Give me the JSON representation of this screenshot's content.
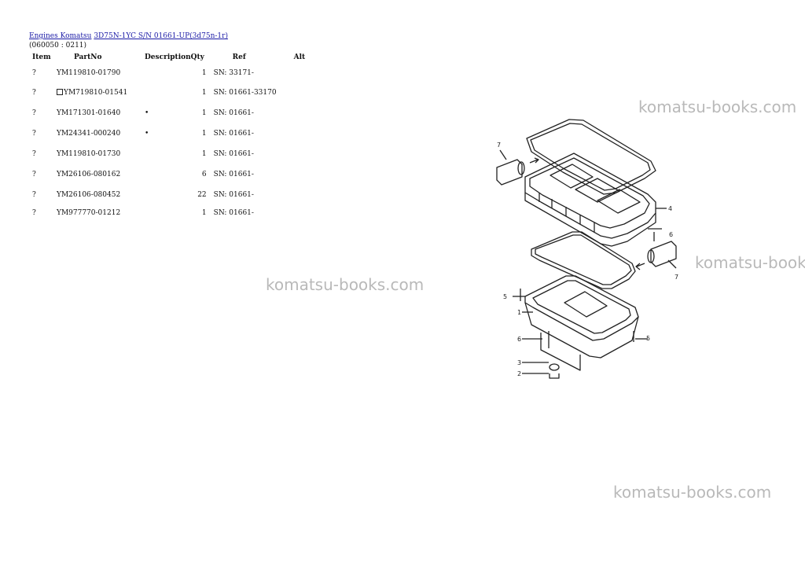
{
  "breadcrumb": {
    "root": "Engines Komatsu",
    "model": "3D75N-1YC S/N 01661-UP(3d75n-1r)"
  },
  "group_code": "(060050 : 0211)",
  "table": {
    "headers": {
      "item": "Item",
      "partno": "PartNo",
      "description": "Description",
      "qty": "Qty",
      "ref": "Ref",
      "alt": "Alt"
    },
    "rows": [
      {
        "item": "?",
        "partno": "YM119810-01790",
        "description": "",
        "qty": "1",
        "ref": "SN: 33171-"
      },
      {
        "item": "?",
        "partno": "YM719810-01541",
        "description": "",
        "qty": "1",
        "ref": "SN: 01661-33170"
      },
      {
        "item": "?",
        "partno": "YM171301-01640",
        "description": "•",
        "qty": "1",
        "ref": "SN: 01661-"
      },
      {
        "item": "?",
        "partno": "YM24341-000240",
        "description": "•",
        "qty": "1",
        "ref": "SN: 01661-"
      },
      {
        "item": "?",
        "partno": "YM119810-01730",
        "description": "",
        "qty": "1",
        "ref": "SN: 01661-"
      },
      {
        "item": "?",
        "partno": "YM26106-080162",
        "description": "",
        "qty": "6",
        "ref": "SN: 01661-"
      },
      {
        "item": "?",
        "partno": "YM26106-080452",
        "description": "",
        "qty": "22",
        "ref": "SN: 01661-"
      },
      {
        "item": "?",
        "partno": "YM977770-01212",
        "description": "",
        "qty": "1",
        "ref": "SN: 01661-"
      }
    ]
  },
  "watermarks": [
    "komatsu-books.com",
    "komatsu-books.com",
    "komatsu-books.com",
    "komatsu-books.com"
  ],
  "diagram": {
    "callouts": [
      "7",
      "4",
      "6",
      "7",
      "5",
      "1",
      "5",
      "6",
      "3",
      "2"
    ]
  }
}
